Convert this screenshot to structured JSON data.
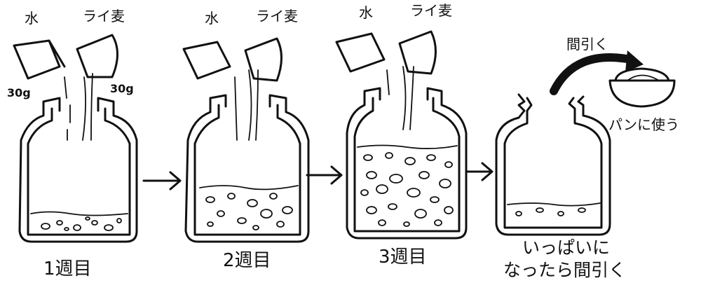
{
  "steps": [
    {
      "label": "1週目",
      "water": "水",
      "rye": "ライ麦",
      "water_amount": "30g",
      "rye_amount": "30g"
    },
    {
      "label": "2週目",
      "water": "水",
      "rye": "ライ麦"
    },
    {
      "label": "3週目",
      "water": "水",
      "rye": "ライ麦"
    },
    {
      "label_line1": "いっぱいに",
      "label_line2": "なったら間引く",
      "remove": "間引く",
      "use": "パンに使う"
    }
  ]
}
